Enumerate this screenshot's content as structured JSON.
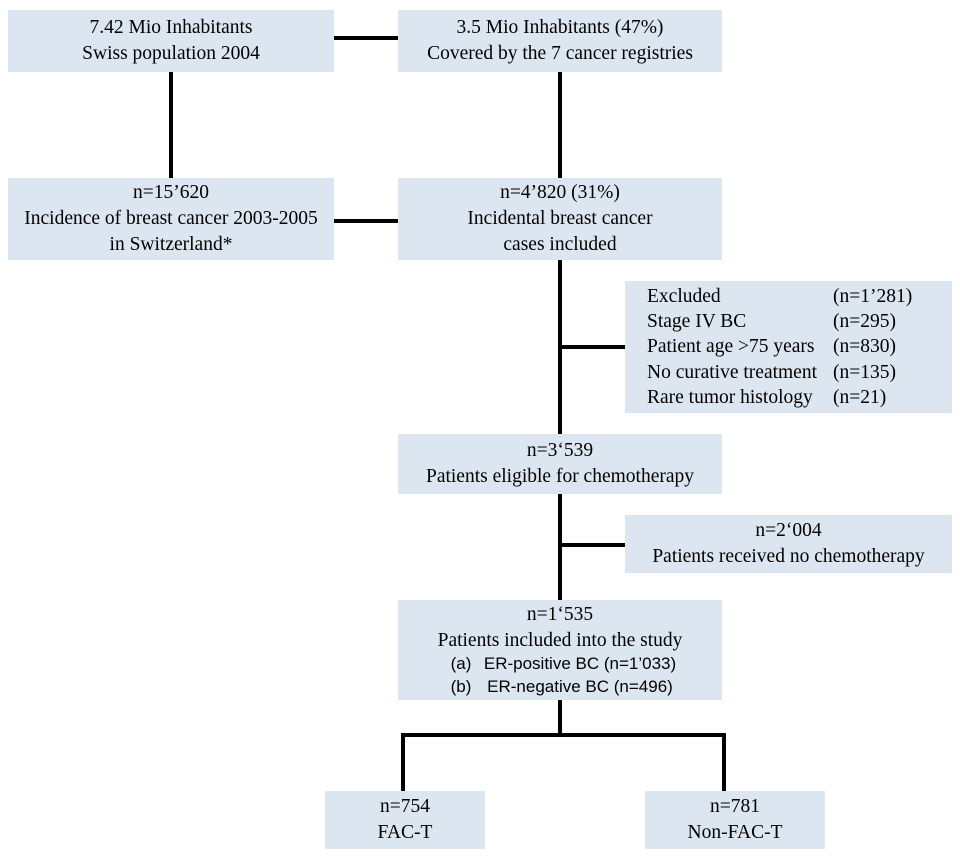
{
  "diagram": {
    "title": "Breast cancer cohort patient selection flowchart",
    "box_fill": "#dce6f1",
    "line_color": "#000000",
    "nodes": {
      "population": {
        "line1": "7.42 Mio Inhabitants",
        "line2": "Swiss population 2004"
      },
      "covered": {
        "line1": "3.5 Mio Inhabitants (47%)",
        "line2": "Covered by the 7 cancer registries"
      },
      "incidence": {
        "line1": "n=15’620",
        "line2": "Incidence of breast cancer 2003-2005 in Switzerland*"
      },
      "included_cases": {
        "line1": "n=4’820 (31%)",
        "line2": "Incidental breast cancer cases included"
      },
      "excluded": {
        "rows": [
          {
            "label": "Excluded",
            "count": "(n=1’281)"
          },
          {
            "label": "Stage IV BC",
            "count": "(n=295)"
          },
          {
            "label": "Patient age >75 years",
            "count": "(n=830)"
          },
          {
            "label": "No curative treatment",
            "count": "(n=135)"
          },
          {
            "label": "Rare tumor histology",
            "count": "(n=21)"
          }
        ]
      },
      "eligible": {
        "line1": "n=3‘539",
        "line2": "Patients eligible for chemotherapy"
      },
      "no_chemo": {
        "line1": "n=2‘004",
        "line2": "Patients received no chemotherapy"
      },
      "study": {
        "line1": "n=1‘535",
        "line2": "Patients included into the study",
        "sub": [
          {
            "tag": "(a)",
            "text": "ER-positive  BC (n=1’033)"
          },
          {
            "tag": "(b)",
            "text": "ER-negative BC (n=496)"
          }
        ]
      },
      "fact": {
        "line1": "n=754",
        "line2": "FAC-T"
      },
      "nonfact": {
        "line1": "n=781",
        "line2": "Non-FAC-T"
      }
    }
  }
}
